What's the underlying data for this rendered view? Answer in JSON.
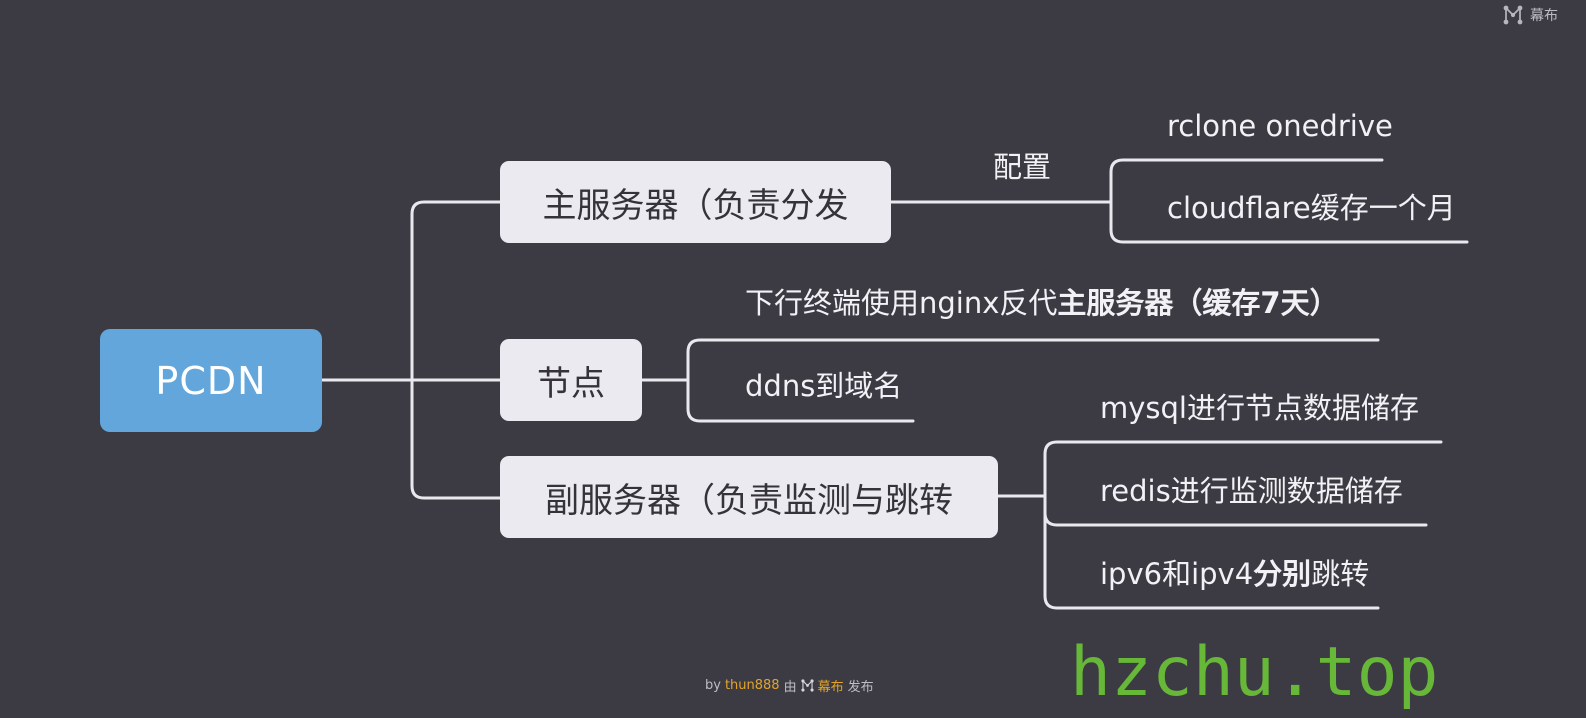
{
  "brand": {
    "name": "幕布",
    "icon": "mubu-logo-icon"
  },
  "mindmap": {
    "root": "PCDN",
    "branches": [
      {
        "label": "主服务器（负责分发",
        "relation": "配置",
        "children": [
          "rclone onedrive",
          "cloudflare缓存一个月"
        ]
      },
      {
        "label": "节点",
        "children": [
          {
            "prefix": "下行终端使用nginx反代",
            "emphasis": "主服务器（缓存7天）"
          },
          "ddns到域名"
        ]
      },
      {
        "label": "副服务器（负责监测与跳转",
        "children": [
          "mysql进行节点数据储存",
          "redis进行监测数据储存",
          {
            "prefix": "ipv6和ipv4",
            "emphasis": "分别",
            "suffix": "跳转"
          }
        ]
      }
    ]
  },
  "footer": {
    "by": "by",
    "author": "thun888",
    "via": "由",
    "platform": "幕布",
    "published": "发布"
  },
  "watermark": "hzchu.top",
  "colors": {
    "background": "#3c3b43",
    "root_fill": "#62a6dc",
    "branch_fill": "#ebeaf0",
    "connector": "#e9e8ef",
    "footer_accent": "#e2a42c",
    "watermark": "#67b738"
  }
}
